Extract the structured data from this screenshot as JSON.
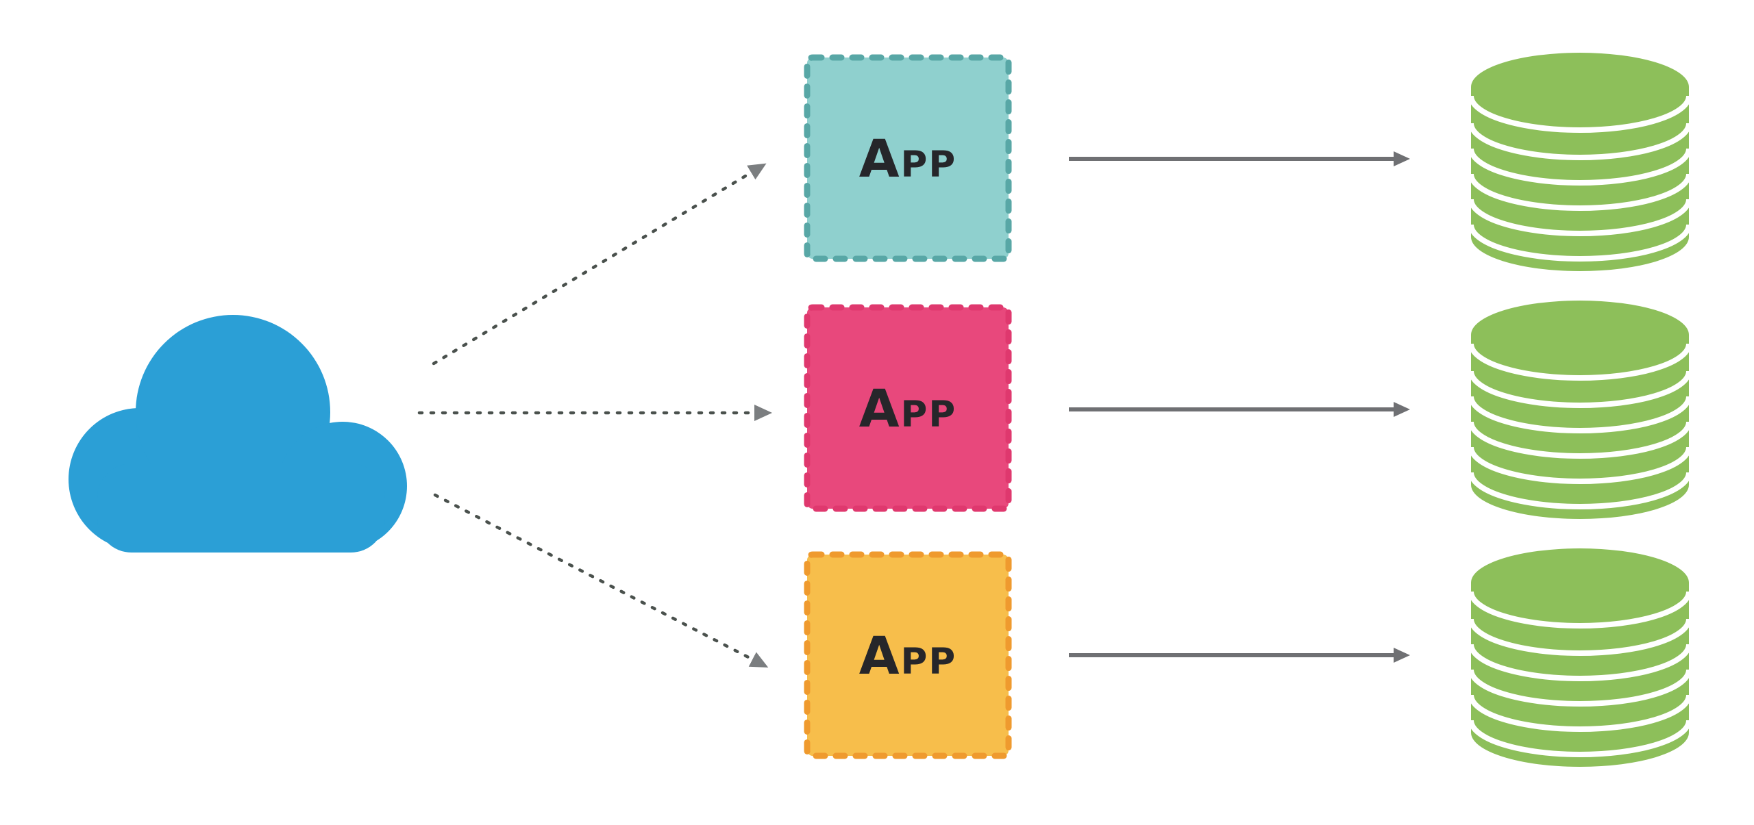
{
  "diagram": {
    "description": "Cloud fanning out with dashed arrows to three App instances, each connected by a solid arrow to its own database stack",
    "cloud": {
      "icon": "cloud-icon",
      "color": "#2B9FD6"
    },
    "apps": [
      {
        "label": "App",
        "fill": "#8FD0CE",
        "border": "#58A7A6"
      },
      {
        "label": "App",
        "fill": "#E8487C",
        "border": "#DF386E"
      },
      {
        "label": "App",
        "fill": "#F7BE4B",
        "border": "#EF9A2E"
      }
    ],
    "databases": [
      {
        "icon": "database-icon",
        "color": "#8DBF5A"
      },
      {
        "icon": "database-icon",
        "color": "#8DBF5A"
      },
      {
        "icon": "database-icon",
        "color": "#8DBF5A"
      }
    ],
    "colors": {
      "background": "#FFFFFF",
      "dashed_connector": "#4A514D",
      "solid_connector": "#6F7073",
      "dashed_arrowhead": "#7B7E80",
      "label_text": "#26262A",
      "db_separator": "#FFFFFF"
    }
  }
}
